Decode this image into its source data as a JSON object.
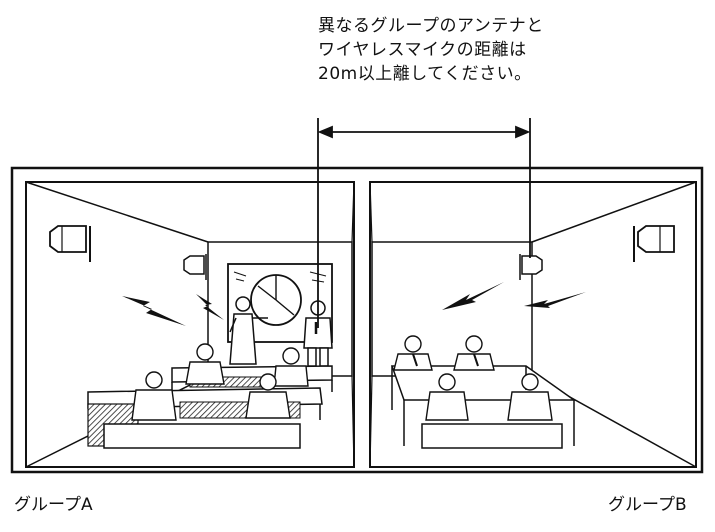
{
  "note": {
    "lines": [
      "異なるグループのアンテナと",
      "ワイヤレスマイクの距離は",
      "20m以上離してください。"
    ]
  },
  "rooms": {
    "a": {
      "label": "グループA"
    },
    "b": {
      "label": "グループB"
    }
  },
  "colors": {
    "ink": "#111111",
    "paper": "#ffffff"
  },
  "icons": [
    "antenna-icon",
    "wireless-signal-icon",
    "presenter-figure",
    "audience-figure",
    "clock-chart-icon"
  ]
}
